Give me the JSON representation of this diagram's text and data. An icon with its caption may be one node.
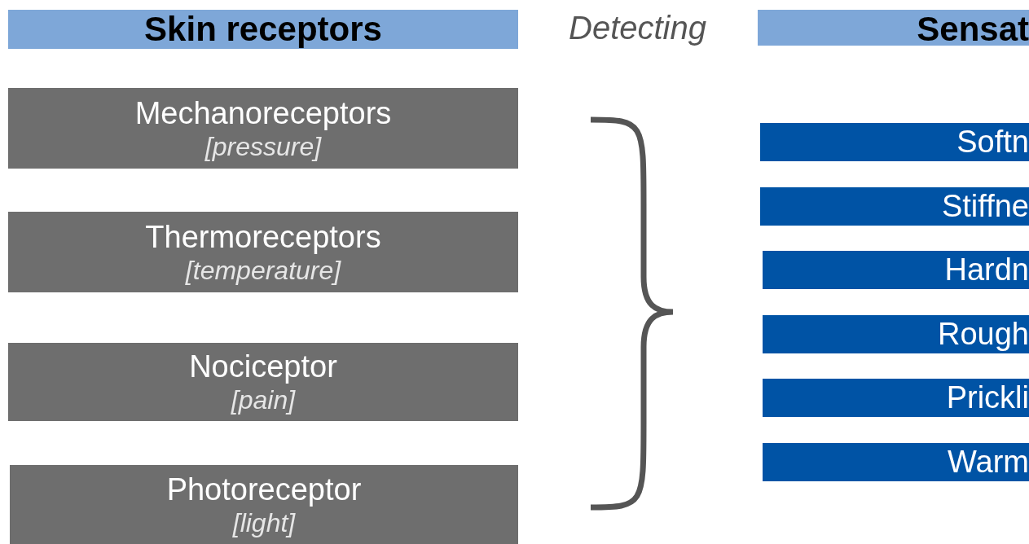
{
  "diagram": {
    "nodes": [
      {
        "text": [
          "Skin receptors"
        ]
      },
      {
        "text": [
          "Mechanoreceptors",
          "[pressure]"
        ]
      },
      {
        "text": [
          "Thermoreceptors",
          "[temperature]"
        ]
      },
      {
        "text": [
          "Nociceptor",
          "[pain]"
        ]
      },
      {
        "text": [
          "Photoreceptor",
          "[light]"
        ]
      },
      {
        "text": [
          "Sensat"
        ]
      },
      {
        "text": [
          "Softn"
        ]
      },
      {
        "text": [
          "Stiffne"
        ]
      },
      {
        "text": [
          "Hardn"
        ]
      },
      {
        "text": [
          "Rough"
        ]
      },
      {
        "text": [
          "Prickli"
        ]
      },
      {
        "text": [
          "Warm"
        ]
      }
    ],
    "edges": [],
    "labels": [
      "Detecting"
    ]
  }
}
